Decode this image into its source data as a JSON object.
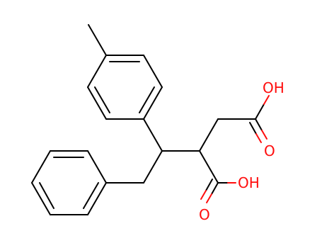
{
  "structure": {
    "atom_labels": {
      "upper_acid_hydroxyl": "OH",
      "upper_acid_carbonyl_oxygen": "O",
      "lower_acid_hydroxyl": "OH",
      "lower_acid_carbonyl_oxygen": "O"
    },
    "colors": {
      "bond": "#000000",
      "oxygen": "#ff0d0d",
      "background": "#ffffff"
    }
  }
}
